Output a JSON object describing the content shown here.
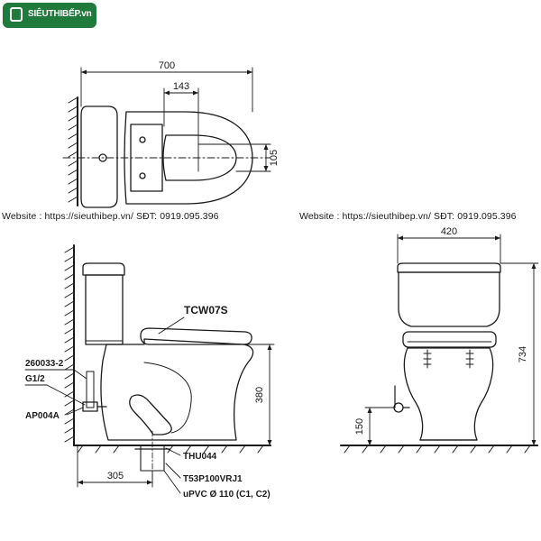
{
  "logo": {
    "text": "SIÊUTHIBẾP.vn"
  },
  "website_lines": [
    "Website : https://sieuthibep.vn/  SĐT: 0919.095.396",
    "Website : https://sieuthibep.vn/  SĐT: 0919.095.396"
  ],
  "top_view": {
    "overall_length": "700",
    "rear_offset": "143",
    "outlet_offset": "105"
  },
  "side_view": {
    "seat_model": "TCW07S",
    "parts": [
      "260033-2",
      "G1/2",
      "AP004A",
      "THU044",
      "T53P100VRJ1",
      "uPVC Ø 110 (C1, C2)"
    ],
    "rough_in": "305",
    "seat_height": "380"
  },
  "front_view": {
    "width": "420",
    "total_height": "734",
    "supply_height": "150"
  }
}
